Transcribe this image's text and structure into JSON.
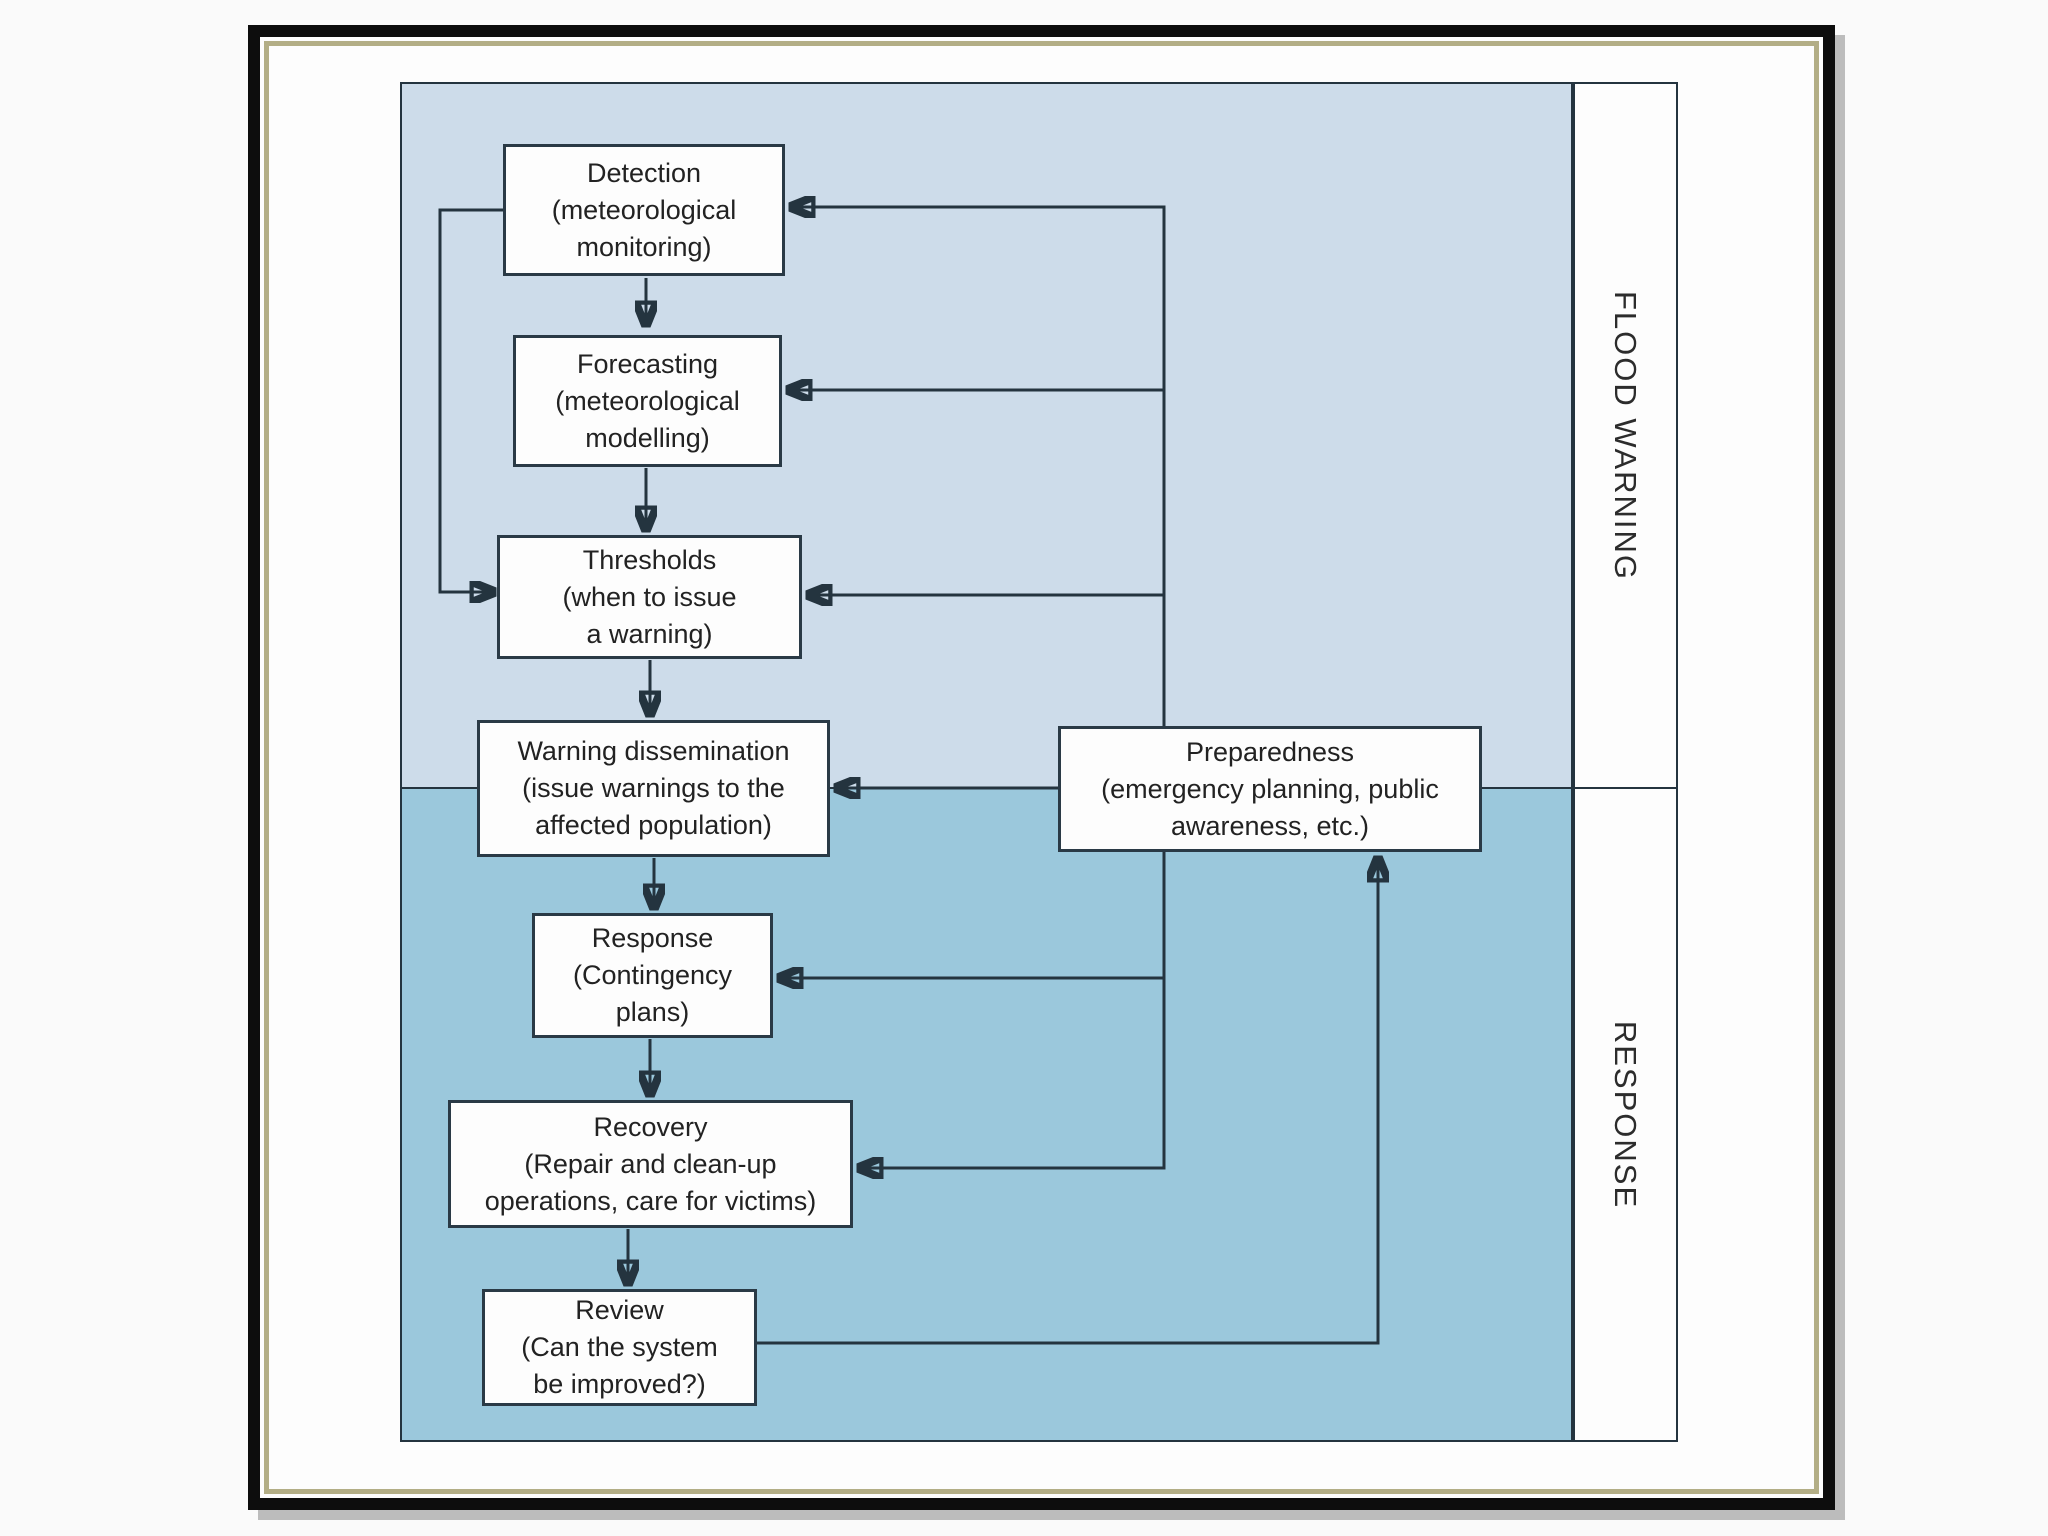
{
  "sections": {
    "flood_warning": {
      "label": "FLOOD WARNING",
      "bg": "#cddcea"
    },
    "response_phase": {
      "label": "RESPONSE",
      "bg": "#9bc8dc"
    }
  },
  "nodes": {
    "detection": {
      "text": "Detection\n(meteorological\nmonitoring)"
    },
    "forecasting": {
      "text": "Forecasting\n(meteorological\nmodelling)"
    },
    "thresholds": {
      "text": "Thresholds\n(when to issue\na warning)"
    },
    "warning_dissemination": {
      "text": "Warning dissemination\n(issue warnings to the\naffected population)"
    },
    "preparedness": {
      "text": "Preparedness\n(emergency planning, public\nawareness, etc.)"
    },
    "response": {
      "text": "Response\n(Contingency\nplans)"
    },
    "recovery": {
      "text": "Recovery\n(Repair and clean-up\noperations, care for victims)"
    },
    "review": {
      "text": "Review\n(Can the system\nbe improved?)"
    }
  },
  "edges": [
    {
      "from": "detection",
      "to": "forecasting"
    },
    {
      "from": "forecasting",
      "to": "thresholds"
    },
    {
      "from": "thresholds",
      "to": "warning_dissemination"
    },
    {
      "from": "warning_dissemination",
      "to": "response"
    },
    {
      "from": "response",
      "to": "recovery"
    },
    {
      "from": "recovery",
      "to": "review"
    },
    {
      "from": "detection",
      "to": "thresholds"
    },
    {
      "from": "preparedness",
      "to": "detection"
    },
    {
      "from": "preparedness",
      "to": "forecasting"
    },
    {
      "from": "preparedness",
      "to": "thresholds"
    },
    {
      "from": "preparedness",
      "to": "warning_dissemination"
    },
    {
      "from": "preparedness",
      "to": "response"
    },
    {
      "from": "preparedness",
      "to": "recovery"
    },
    {
      "from": "review",
      "to": "preparedness"
    }
  ],
  "colors": {
    "page_bg": "#fafafa",
    "frame_border": "#0d0d0d",
    "frame_accent": "#b3ae86",
    "frame_shadow": "#bcbcbc",
    "flood_warning_bg": "#cddcea",
    "response_bg": "#9bc8dc",
    "line": "#24343f",
    "node_bg": "#fdfdfd",
    "node_border": "#2a3a46",
    "text": "#222222"
  }
}
